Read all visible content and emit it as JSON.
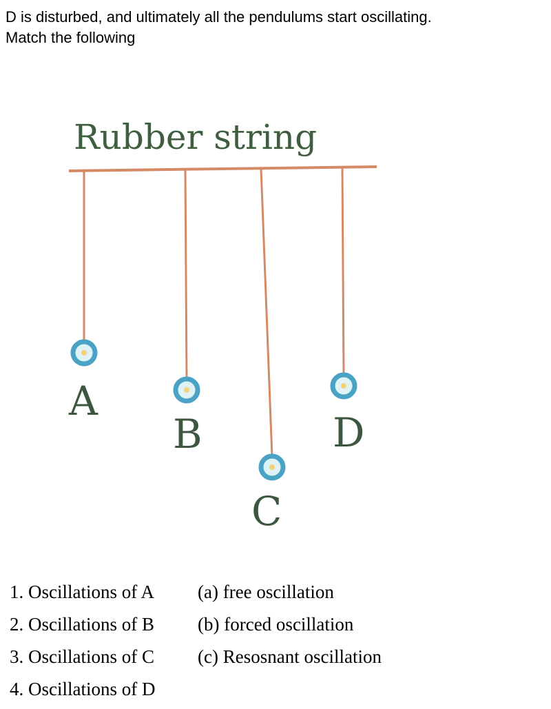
{
  "question": {
    "line1": "D is disturbed, and ultimately all the pendulums start oscillating.",
    "line2": "Match the following"
  },
  "figure": {
    "title": "Rubber string",
    "pendulums": [
      "A",
      "B",
      "C",
      "D"
    ],
    "colors": {
      "string": "#d58a66",
      "bob_ring": "#4aa3c4",
      "bob_fill": "#dff3f7",
      "bob_center": "#f3d27a",
      "label": "#3d5640"
    }
  },
  "matching": {
    "rows": [
      {
        "left": "1. Oscillations of A",
        "right": "(a) free oscillation"
      },
      {
        "left": "2. Oscillations of B",
        "right": "(b) forced oscillation"
      },
      {
        "left": "3. Oscillations of C",
        "right": "(c) Resosnant oscillation"
      },
      {
        "left": "4. Oscillations of D",
        "right": ""
      }
    ]
  }
}
